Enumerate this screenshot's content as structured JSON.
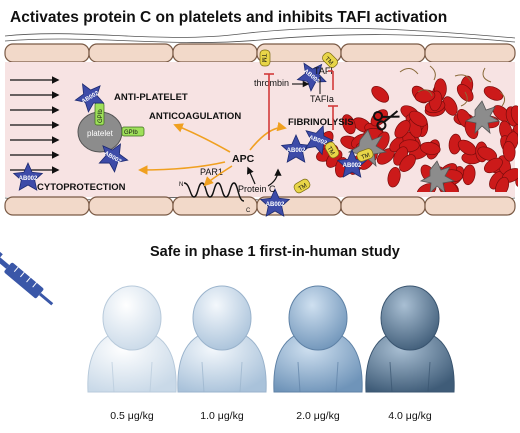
{
  "title": "Activates protein C on platelets and inhibits TAFI activation",
  "subtitle": "Safe in phase 1 first-in-human study",
  "labels": {
    "anti_platelet": "ANTI-PLATELET",
    "anticoagulation": "ANTICOAGULATION",
    "fibrinolysis": "FIBRINOLYSIS",
    "cytoprotection": "CYTOPROTECTION",
    "apc": "APC",
    "protein_c": "Protein C",
    "par1": "PAR1",
    "par1_n": "N",
    "par1_c": "C",
    "platelet": "platelet",
    "gpib_top": "GPIb",
    "gpib_right": "GPIb",
    "thrombin": "thrombin",
    "tafi": "TAFI",
    "tafia": "TAFIa",
    "tm": "TM",
    "ab002": "AB002"
  },
  "doses": [
    "0.5 μg/kg",
    "1.0 μg/kg",
    "2.0 μg/kg",
    "4.0 μg/kg"
  ],
  "colors": {
    "vessel_wall": "#f2d9c9",
    "vessel_outline": "#7a5a45",
    "lumen": "#f7e3e3",
    "ab002_star": "#3d4ba8",
    "gpib": "#9fe05a",
    "tm": "#e8d548",
    "arrow": "#f0a020",
    "inhibit": "#d23a3a",
    "rbc": "#cc1a1a",
    "platelet_grey": "#8c8c8c",
    "person_colors": [
      "#dde8f2",
      "#c5d8ea",
      "#8fb0cf",
      "#5d7c98"
    ]
  },
  "icons": {
    "syringe": "syringe-icon",
    "scissors": "scissors-icon",
    "person": "person-icon"
  }
}
